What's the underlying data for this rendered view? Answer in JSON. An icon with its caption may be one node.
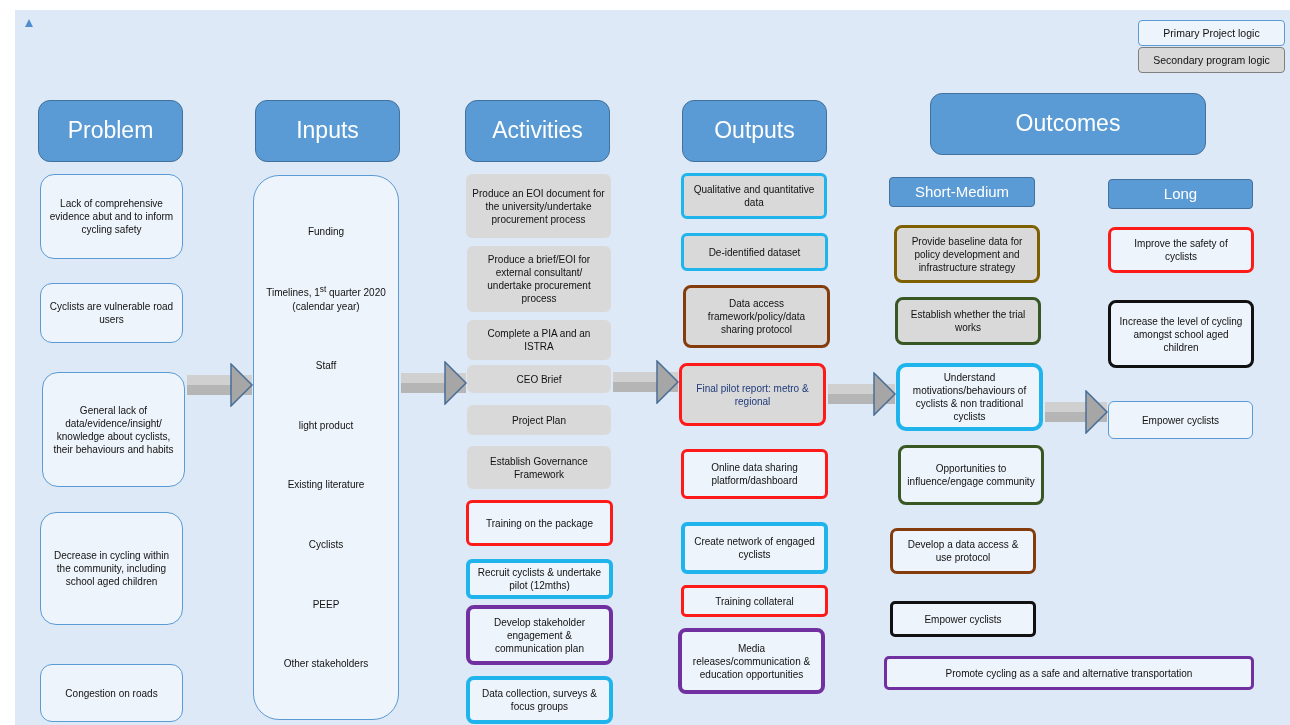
{
  "diagram": {
    "nodes": [
      {
        "text": [
          "Problem"
        ]
      },
      {
        "text": [
          "Inputs"
        ]
      },
      {
        "text": [
          "Activities"
        ]
      },
      {
        "text": [
          "Outputs"
        ]
      },
      {
        "text": [
          "Outcomes"
        ]
      },
      {
        "text": [
          "Short-Medium"
        ]
      },
      {
        "text": [
          "Long"
        ]
      },
      {
        "text": [
          "Lack of comprehensive evidence abut and to inform cycling safety"
        ]
      },
      {
        "text": [
          "Cyclists are vulnerable road users"
        ]
      },
      {
        "text": [
          "General lack of data/evidence/insight/ knowledge about cyclists, their behaviours and habits"
        ]
      },
      {
        "text": [
          "Decrease in cycling within the community, including school aged children"
        ]
      },
      {
        "text": [
          "Congestion on roads"
        ]
      },
      {
        "text": [
          "Funding",
          "Timelines, 1$^{st}$ quarter 2020 (calendar year)",
          "Staff",
          "light product",
          "Existing literature",
          "Cyclists",
          "PEEP",
          "Other stakeholders"
        ]
      },
      {
        "text": [
          "Produce an EOI document for the university/undertake procurement process"
        ]
      },
      {
        "text": [
          "Produce a brief/EOI for external consultant/ undertake procurement process"
        ]
      },
      {
        "text": [
          "Complete a PIA and an ISTRA"
        ]
      },
      {
        "text": [
          "CEO Brief"
        ]
      },
      {
        "text": [
          "Project Plan"
        ]
      },
      {
        "text": [
          "Establish Governance Framework"
        ]
      },
      {
        "text": [
          "Training on the package"
        ]
      },
      {
        "text": [
          "Recruit cyclists & undertake pilot (12mths)"
        ]
      },
      {
        "text": [
          "Develop stakeholder engagement & communication plan"
        ]
      },
      {
        "text": [
          "Data collection, surveys & focus groups"
        ]
      },
      {
        "text": [
          "Qualitative and quantitative data"
        ]
      },
      {
        "text": [
          "De-identified dataset"
        ]
      },
      {
        "text": [
          "Data access framework/policy/data sharing protocol"
        ]
      },
      {
        "text": [
          "Final pilot report: metro & regional"
        ]
      },
      {
        "text": [
          "Online data sharing platform/dashboard"
        ]
      },
      {
        "text": [
          "Create network of engaged cyclists"
        ]
      },
      {
        "text": [
          "Training collateral"
        ]
      },
      {
        "text": [
          "Media releases/communication & education opportunities"
        ]
      },
      {
        "text": [
          "Provide baseline data for policy development and infrastructure strategy"
        ]
      },
      {
        "text": [
          "Establish whether the trial works"
        ]
      },
      {
        "text": [
          "Understand motivations/behaviours of cyclists & non traditional cyclists"
        ]
      },
      {
        "text": [
          "Opportunities to influence/engage community"
        ]
      },
      {
        "text": [
          "Develop a data access & use protocol"
        ]
      },
      {
        "text": [
          "Empower cyclists"
        ]
      },
      {
        "text": [
          "Promote cycling as a safe and alternative transportation"
        ]
      },
      {
        "text": [
          "Improve the safety of cyclists"
        ]
      },
      {
        "text": [
          "Increase the level of cycling amongst school aged children"
        ]
      },
      {
        "text": [
          "Empower cyclists"
        ]
      }
    ],
    "edges": [
      {
        "from": 9,
        "to": 12,
        "arrow": "to",
        "style": "thick"
      },
      {
        "from": 12,
        "to": 16,
        "arrow": "to",
        "style": "thick"
      },
      {
        "from": 16,
        "to": 26,
        "arrow": "to",
        "style": "thick"
      },
      {
        "from": 26,
        "to": 33,
        "arrow": "to",
        "style": "thick"
      },
      {
        "from": 33,
        "to": 40,
        "arrow": "to",
        "style": "thick"
      }
    ],
    "legend": [
      {
        "text": "Primary Project logic",
        "color": "#eef4fb"
      },
      {
        "text": "Secondary program logic",
        "color": "#d9d9d9"
      }
    ]
  }
}
